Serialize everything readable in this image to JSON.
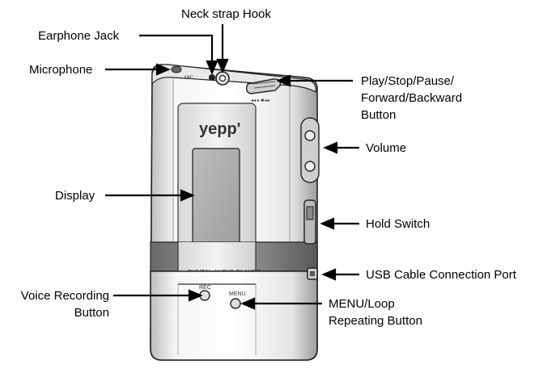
{
  "labels": {
    "neck_strap_hook": "Neck strap Hook",
    "earphone_jack": "Earphone Jack",
    "microphone": "Microphone",
    "play_button": [
      "Play/Stop/Pause/",
      "Forward/Backward",
      "Button"
    ],
    "volume": "Volume",
    "display": "Display",
    "hold_switch": "Hold Switch",
    "usb_port": "USB Cable Connection Port",
    "voice_recording": [
      "Voice Recording",
      "Button"
    ],
    "menu_button": [
      "MENU/Loop",
      "Repeating Button"
    ]
  },
  "device": {
    "brand": "yepp'",
    "product_text": "DIGITAL AUDIO PLAYER",
    "mic_text": "MIC",
    "rec_text": "REC",
    "menu_text": "MENU",
    "transport_icons": "◂◂ ▸ ■ ▸▸"
  }
}
